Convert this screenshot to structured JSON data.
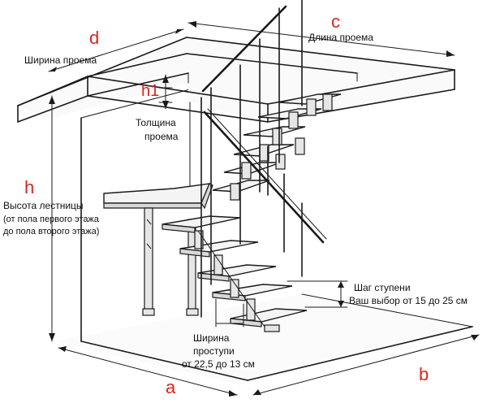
{
  "colors": {
    "accent": "#d9251d",
    "line": "#1a1a1a"
  },
  "labels": {
    "d": "d",
    "width_opening": "Ширина проема",
    "c": "c",
    "length_opening": "Длина проема",
    "h1": "h1",
    "thickness_line1": "Толщина",
    "thickness_line2": "проема",
    "h": "h",
    "height_line1": "Высота лестницы",
    "height_line2": "(от пола первого этажа",
    "height_line3": "до пола второго этажа)",
    "step_line1": "Шаг ступени",
    "step_line2": "Ваш выбор от 15 до 25 см",
    "tread_line1": "Ширина",
    "tread_line2": "проступи",
    "tread_line3": "от 22,5 до 13 см",
    "a": "a",
    "b": "b"
  }
}
